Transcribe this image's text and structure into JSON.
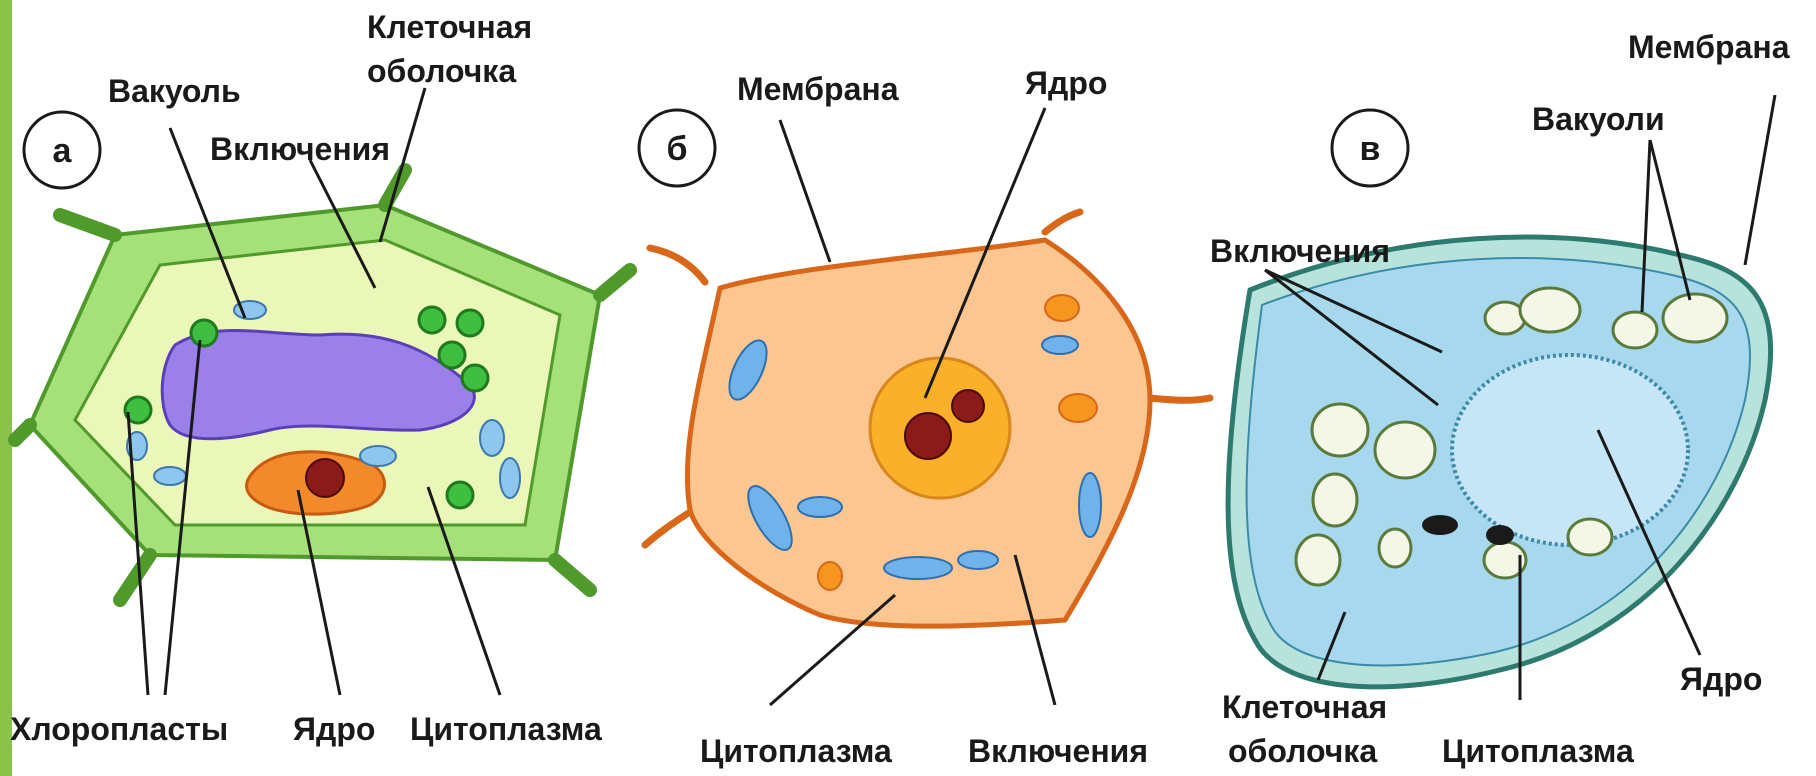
{
  "left_accent_color": "#8bc34a",
  "plant_cell": {
    "badge": "а",
    "labels": {
      "vacuole": "Вакуоль",
      "wall_line1": "Клеточная",
      "wall_line2": "оболочка",
      "inclusions": "Включения",
      "chloroplasts": "Хлоропласты",
      "nucleus": "Ядро",
      "cytoplasm": "Цитоплазма"
    }
  },
  "animal_cell": {
    "badge": "б",
    "labels": {
      "membrane": "Мембрана",
      "nucleus": "Ядро",
      "cytoplasm": "Цитоплазма",
      "inclusions": "Включения"
    }
  },
  "fungal_cell": {
    "badge": "в",
    "labels": {
      "membrane": "Мембрана",
      "vacuoles": "Вакуоли",
      "inclusions": "Включения",
      "nucleus": "Ядро",
      "wall_line1": "Клеточная",
      "wall_line2": "оболочка",
      "cytoplasm": "Цитоплазма"
    }
  }
}
